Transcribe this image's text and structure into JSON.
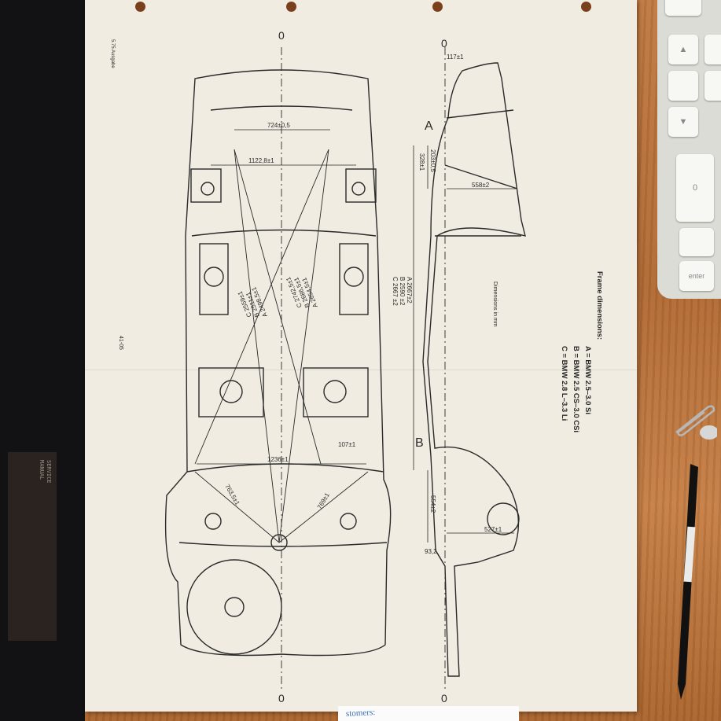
{
  "page": {
    "corner_code": "5.75 Ausgabe",
    "page_number": "41-05",
    "units_note": "Dimensions in mm",
    "legend_title": "Frame dimensions:",
    "legend": [
      "A = BMW 2.5–3.0 Si",
      "B = BMW 2.5 CS–3.0 CSi",
      "C = BMW 2.8 L–3.3 Li"
    ],
    "datum_marks": [
      "0",
      "0",
      "0",
      "0"
    ],
    "section_marks": [
      "A",
      "B"
    ]
  },
  "plan_dimensions": {
    "rear_width_inner": "724±0,5",
    "rear_width_outer": "1122,8±1",
    "front_width": "1236±1",
    "front_offset": "107±1",
    "diag_left": "763,5±1",
    "diag_right": "769±1",
    "diagonals": [
      "A 2654,5±1",
      "B 2686,5±1",
      "C 2742,5±1",
      "A 2498,5±1",
      "B 2511±1",
      "C 2559±1"
    ]
  },
  "side_dimensions": {
    "top_offset": "117±1",
    "height_a": "203±0,5",
    "height_b": "328±1",
    "depth": "558±2",
    "wheelbase": [
      "A 2667±2",
      "B 2590 ±2",
      "C 2667 ±2"
    ],
    "front_height": "554±2",
    "front_depth": "527±1",
    "front_low": "93,2"
  },
  "keyboard_keys": [
    "",
    "",
    "",
    "0",
    "",
    "enter"
  ],
  "desk_items": {
    "slip_text": "stomers:",
    "book_text": "SERVICE MANUAL"
  },
  "colors": {
    "paper": "#f1ece1",
    "ink": "#2a2a2a",
    "desk": "#b8753f"
  }
}
